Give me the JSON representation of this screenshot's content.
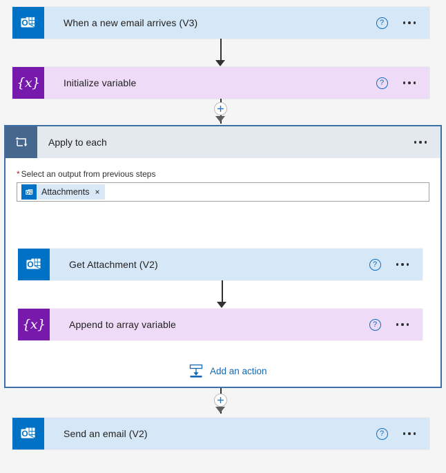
{
  "canvas": {
    "background": "#f5f5f5",
    "accent_blue": "#0f6cbd",
    "outlook_brand": "#0072c6",
    "variable_brand": "#7719aa",
    "loop_brand": "#46688f",
    "scope_border": "#3b6ea5"
  },
  "steps": {
    "trigger": {
      "title": "When a new email arrives (V3)",
      "icon": "outlook-icon",
      "help_icon": "help-icon",
      "menu_icon": "more-options-icon",
      "type": "outlook"
    },
    "initialize_variable": {
      "title": "Initialize variable",
      "icon": "variable-icon",
      "help_icon": "help-icon",
      "menu_icon": "more-options-icon",
      "type": "variable"
    },
    "apply_to_each": {
      "title": "Apply to each",
      "icon": "loop-icon",
      "menu_icon": "more-options-icon",
      "field": {
        "required_marker": "*",
        "label": "Select an output from previous steps",
        "token": {
          "label": "Attachments",
          "icon": "outlook-icon",
          "remove_icon": "close-icon",
          "remove_glyph": "×"
        }
      },
      "children": [
        {
          "title": "Get Attachment (V2)",
          "icon": "outlook-icon",
          "help_icon": "help-icon",
          "menu_icon": "more-options-icon",
          "type": "outlook"
        },
        {
          "title": "Append to array variable",
          "icon": "variable-icon",
          "help_icon": "help-icon",
          "menu_icon": "more-options-icon",
          "type": "variable"
        }
      ],
      "add_action": {
        "label": "Add an action",
        "icon": "insert-action-icon"
      }
    },
    "send_email": {
      "title": "Send an email (V2)",
      "icon": "outlook-icon",
      "help_icon": "help-icon",
      "menu_icon": "more-options-icon",
      "type": "outlook"
    }
  },
  "insert_buttons": [
    {
      "name": "insert-step-after-initialize-variable",
      "glyph": "+"
    },
    {
      "name": "insert-step-after-apply-to-each",
      "glyph": "+"
    }
  ],
  "help_glyph": "?"
}
